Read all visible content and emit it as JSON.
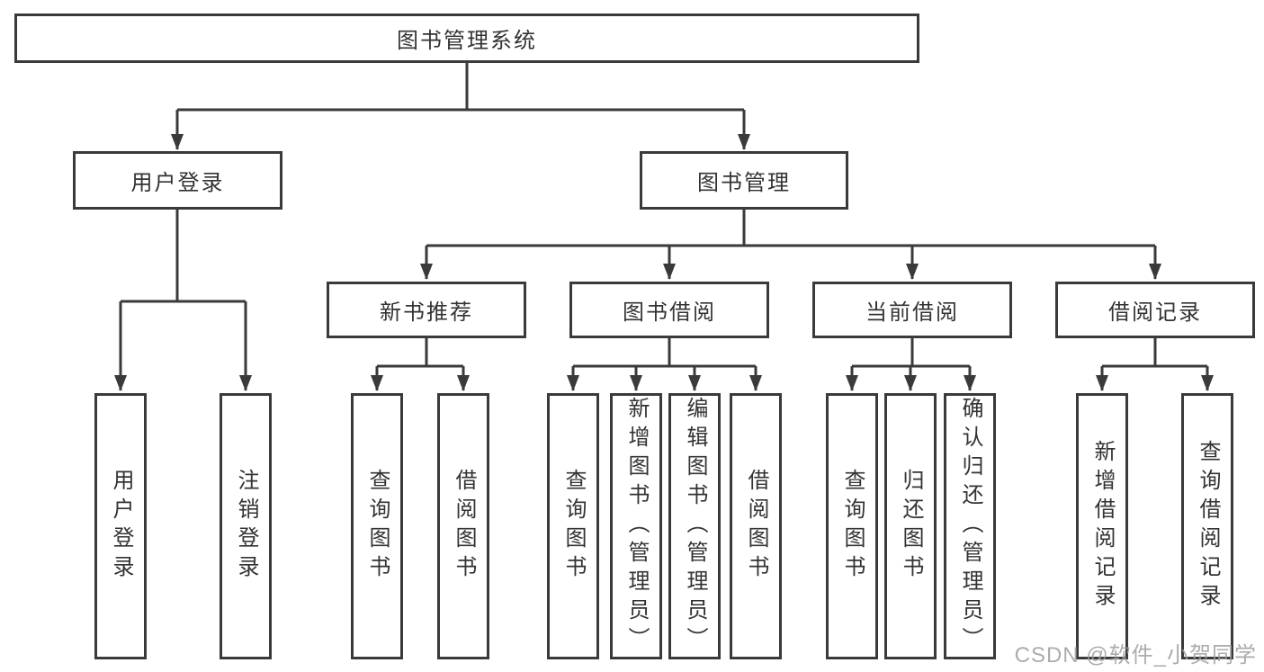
{
  "nodes": {
    "root": "图书管理系统",
    "user_login": "用户登录",
    "book_mgmt": "图书管理",
    "new_books": "新书推荐",
    "book_borrow": "图书借阅",
    "current_borrow": "当前借阅",
    "borrow_records": "借阅记录",
    "ul_login": "用户登录",
    "ul_logout": "注销登录",
    "nb_query": "查询图书",
    "nb_borrow": "借阅图书",
    "bb_query": "查询图书",
    "bb_add": "新增图书（管理员）",
    "bb_edit": "编辑图书（管理员）",
    "bb_borrow": "借阅图书",
    "cb_query": "查询图书",
    "cb_return": "归还图书",
    "cb_confirm": "确认归还（管理员）",
    "br_add": "新增借阅记录",
    "br_query": "查询借阅记录"
  },
  "hierarchy": {
    "图书管理系统": {
      "用户登录": [
        "用户登录",
        "注销登录"
      ],
      "图书管理": {
        "新书推荐": [
          "查询图书",
          "借阅图书"
        ],
        "图书借阅": [
          "查询图书",
          "新增图书（管理员）",
          "编辑图书（管理员）",
          "借阅图书"
        ],
        "当前借阅": [
          "查询图书",
          "归还图书",
          "确认归还（管理员）"
        ],
        "借阅记录": [
          "新增借阅记录",
          "查询借阅记录"
        ]
      }
    }
  },
  "watermark": "CSDN @软件_小贺同学",
  "colors": {
    "line": "#3a3a3a",
    "text": "#333333",
    "watermark": "#9e9e9e",
    "background": "#ffffff"
  }
}
